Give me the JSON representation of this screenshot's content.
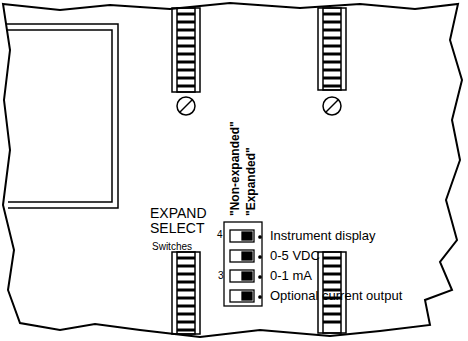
{
  "diagram": {
    "labels": [
      "\"Non-expanded\"",
      "\"Expanded\"",
      "EXPAND SELECT",
      "Switches",
      "4",
      "3",
      "Instrument display",
      "0-5 VDC",
      "0-1 mA",
      "Optional current output"
    ]
  }
}
